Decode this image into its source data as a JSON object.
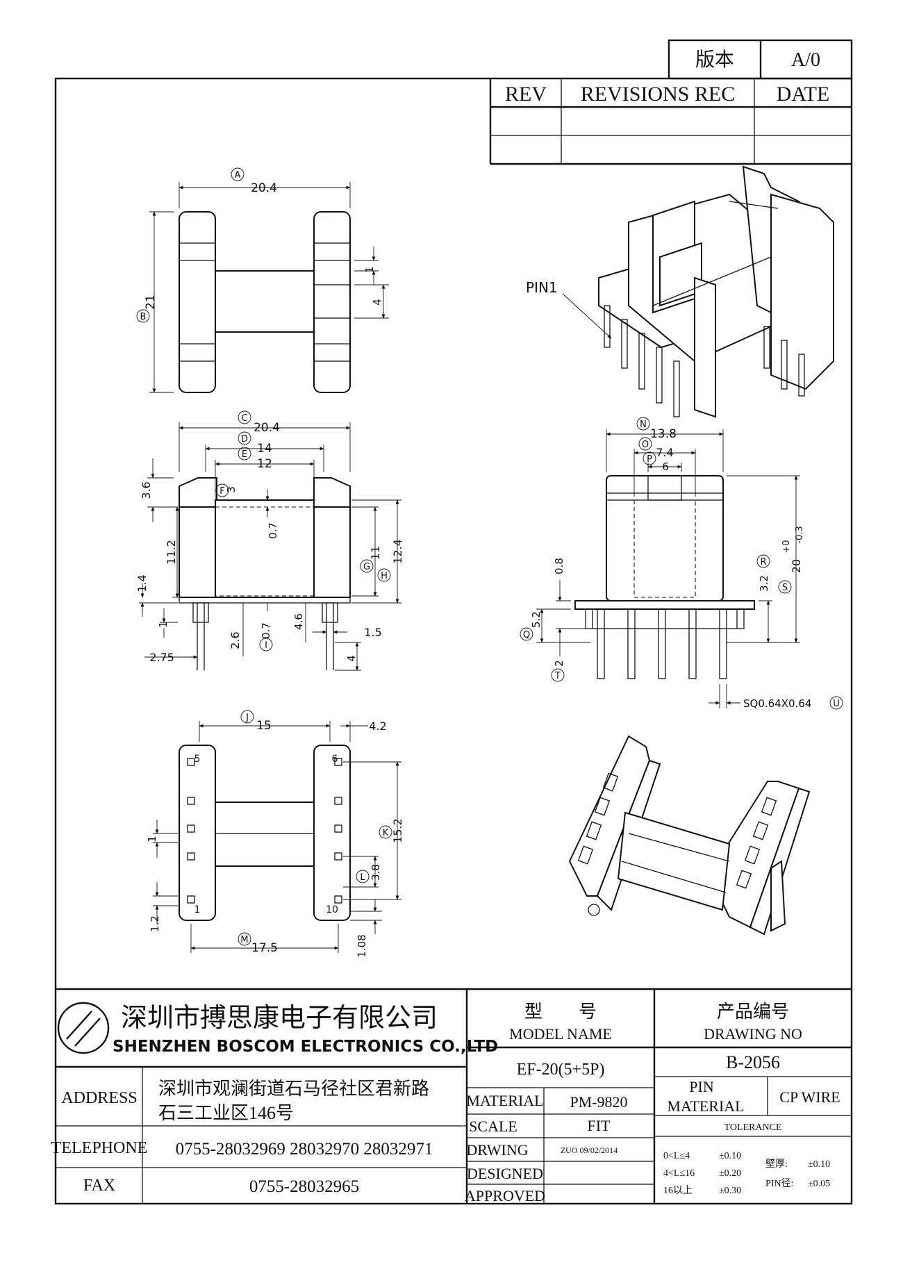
{
  "version_box": {
    "label": "版本",
    "value": "A/0"
  },
  "revision_table": {
    "headers": [
      "REV",
      "REVISIONS REC",
      "DATE"
    ]
  },
  "dimensions": {
    "top_view": {
      "A": "20.4",
      "B": "21",
      "d1": "1",
      "d2": "4"
    },
    "front_view": {
      "C": "20.4",
      "D": "14",
      "E": "12",
      "F": "3",
      "d36": "3.6",
      "d07a": "0.7",
      "d112": "11.2",
      "G": "11",
      "H": "12.4",
      "d14": "1.4",
      "d1": "1",
      "d26": "2.6",
      "I": "0.7",
      "d46": "4.6",
      "d15": "1.5",
      "d275": "2.75",
      "d4": "4"
    },
    "side_view": {
      "N": "13.8",
      "O": "7.4",
      "P": "6",
      "d08": "0.8",
      "R": "3.2",
      "S": "20",
      "S_tol_plus": "+0",
      "S_tol_minus": "-0.3",
      "Q": "5.2",
      "T": "2",
      "U": "SQ0.64X0.64"
    },
    "bottom_view": {
      "J": "15",
      "d42": "4.2",
      "K": "15.2",
      "d1": "1",
      "L": "3.8",
      "d12": "1.2",
      "M": "17.5",
      "d108": "1.08",
      "pin_5": "5",
      "pin_6": "6",
      "pin_1": "1",
      "pin_10": "10"
    }
  },
  "pin1_label": "PIN1",
  "title_block": {
    "company_cn": "深圳市搏思康电子有限公司",
    "company_en": "SHENZHEN BOSCOM ELECTRONICS CO.,LTD",
    "address_label": "ADDRESS",
    "address_line1": "深圳市观澜街道石马径社区君新路",
    "address_line2": "石三工业区146号",
    "telephone_label": "TELEPHONE",
    "telephone": "0755-28032969 28032970 28032971",
    "fax_label": "FAX",
    "fax": "0755-28032965",
    "model_name_cn": "型　　号",
    "model_name_en": "MODEL NAME",
    "model_value": "EF-20(5+5P)",
    "drawing_no_cn": "产品编号",
    "drawing_no_en": "DRAWING NO",
    "drawing_no_value": "B-2056",
    "material_label": "MATERIAL",
    "material_value": "PM-9820",
    "pin_material_label_1": "PIN",
    "pin_material_label_2": "MATERIAL",
    "pin_material_value": "CP WIRE",
    "scale_label": "SCALE",
    "scale_value": "FIT",
    "drwing_label": "DRWING",
    "drwing_value": "ZUO 09/02/2014",
    "tolerance_label": "TOLERANCE",
    "designed_label": "DESIGNED",
    "approved_label": "APPROVED",
    "tolerances": [
      {
        "range": "0<L≤4",
        "value": "±0.10"
      },
      {
        "range": "4<L≤16",
        "value": "±0.20"
      },
      {
        "range": "16以上",
        "value": "±0.30"
      }
    ],
    "wall_label": "壁厚:",
    "wall_value": "±0.10",
    "pin_dia_label": "PIN径:",
    "pin_dia_value": "±0.05"
  }
}
